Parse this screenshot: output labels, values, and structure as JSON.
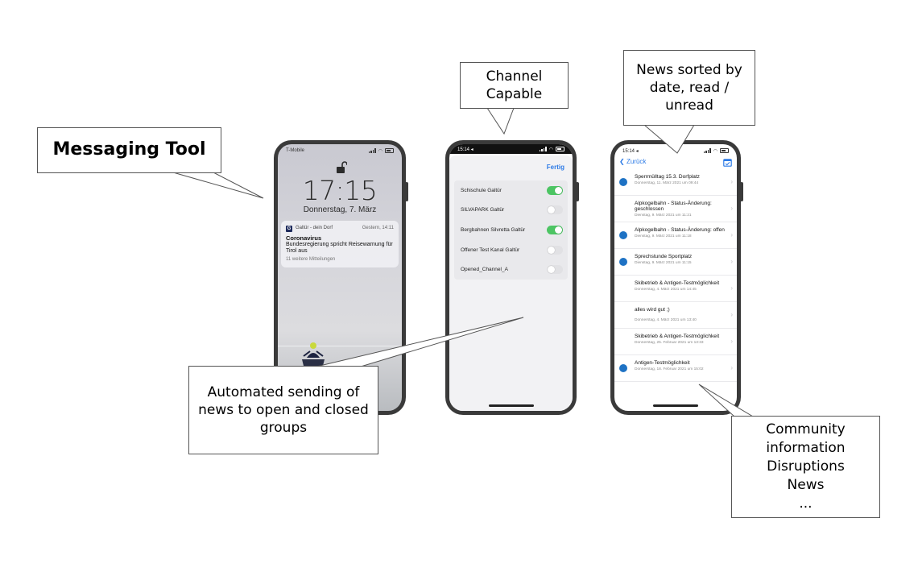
{
  "callouts": {
    "messaging_tool": "Messaging Tool",
    "channel_capable": "Channel\nCapable",
    "news_sorted": "News sorted by\ndate, read /\nunread",
    "automated_sending": "Automated sending of\nnews to open and closed\ngroups",
    "community_info": "Community\ninformation\nDisruptions\nNews\n..."
  },
  "phone_lock": {
    "carrier": "T-Mobile",
    "time": "17:15",
    "date": "Donnerstag, 7. März",
    "notification": {
      "app_icon_letter": "G",
      "app": "Galtür - dein Dorf",
      "when": "Gestern, 14:11",
      "title": "Coronavirus",
      "body": "Bundesregierung spricht Reisewarnung für Tirol aus",
      "more": "11 weitere Mitteilungen"
    }
  },
  "phone_channels": {
    "clock": "15:14 ◂",
    "done_label": "Fertig",
    "channels": [
      {
        "label": "Schischule Galtür",
        "on": true
      },
      {
        "label": "SILVAPARK Galtür",
        "on": false
      },
      {
        "label": "Bergbahnen Silvretta Galtür",
        "on": true
      },
      {
        "label": "Offener Test Kanal Galtür",
        "on": false
      },
      {
        "label": "Opened_Channel_A",
        "on": false
      }
    ],
    "accent_color": "#4cc563"
  },
  "phone_news": {
    "clock": "15:14 ◂",
    "back_label": "Zurück",
    "items": [
      {
        "title": "Sperrmülltag 15.3. Dorfplatz",
        "date": "Donnerstag, 11. März 2021 um 09:44",
        "unread": true
      },
      {
        "title": "Alpkogelbahn - Status-Änderung: geschlossen",
        "date": "Dienstag, 9. März 2021 um 11:21",
        "unread": false
      },
      {
        "title": "Alpkogelbahn - Status-Änderung: offen",
        "date": "Dienstag, 9. März 2021 um 11:18",
        "unread": true
      },
      {
        "title": "Sprechstunde Sportplatz",
        "date": "Dienstag, 9. März 2021 um 11:15",
        "unread": true
      },
      {
        "title": "Skibetrieb & Antigen-Testmöglichkeit",
        "date": "Donnerstag, 4. März 2021 um 14:45",
        "unread": false
      },
      {
        "title": "alles wird gut ;)",
        "date": "Donnerstag, 4. März 2021 um 13:40",
        "unread": false
      },
      {
        "title": "Skibetrieb & Antigen-Testmöglichkeit",
        "date": "Donnerstag, 25. Februar 2021 um 13:33",
        "unread": false
      },
      {
        "title": "Antigen-Testmöglichkeit",
        "date": "Donnerstag, 18. Februar 2021 um 15:02",
        "unread": true
      }
    ],
    "unread_color": "#1e72c4",
    "link_color": "#2d7be6"
  }
}
